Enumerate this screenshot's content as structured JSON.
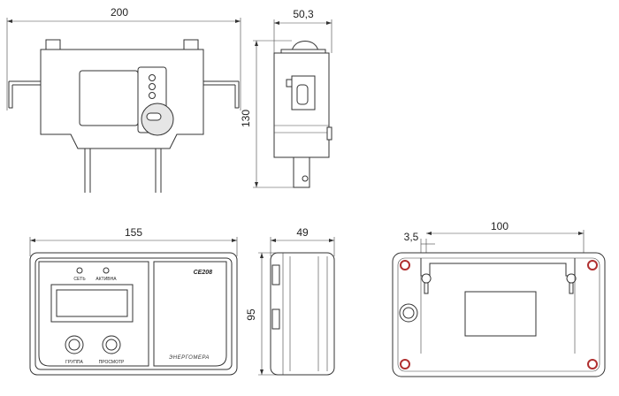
{
  "dimensions": {
    "top_width": "200",
    "top_depth": "50,3",
    "top_height": "130",
    "front_width": "155",
    "side_depth": "49",
    "front_height": "95",
    "back_offset": "3,5",
    "back_spacing": "100"
  },
  "front_panel": {
    "model": "CE208",
    "brand": "ЭНЕРГОМЕРА",
    "led_power": "СЕТЬ",
    "led_activity": "АКТИВНА",
    "button_group": "ГРУППА",
    "button_view": "ПРОСМОТР"
  },
  "colors": {
    "line": "#333333",
    "panel_fill": "#e6e6e6",
    "screw_accent": "#b03030"
  }
}
